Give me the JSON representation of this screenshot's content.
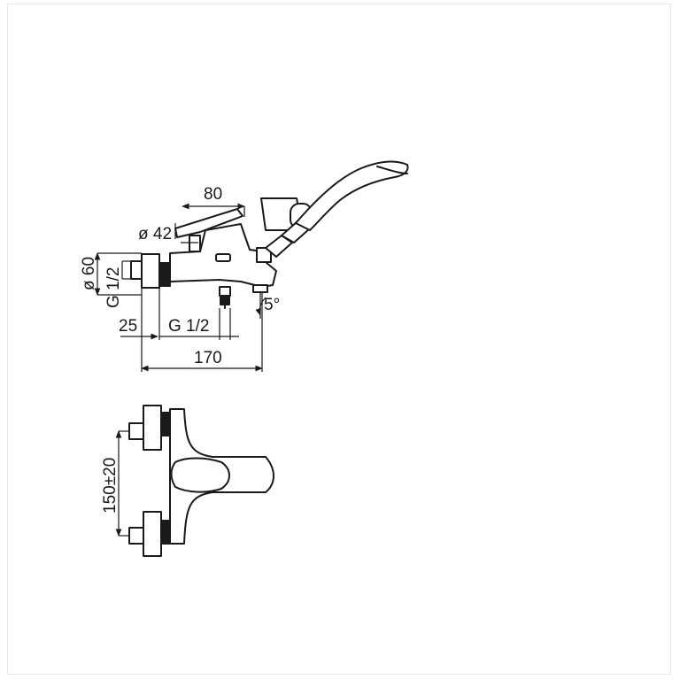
{
  "side_view": {
    "dim_width_top": "80",
    "dim_handle_dia": "ø 42",
    "dim_body_dia": "ø 60",
    "dim_inlet_thread": "G 1/2",
    "dim_inlet_offset": "25",
    "dim_spout_thread": "G 1/2",
    "dim_angle": "5°",
    "dim_overall_length": "170"
  },
  "front_view": {
    "dim_center_distance": "150±20"
  }
}
